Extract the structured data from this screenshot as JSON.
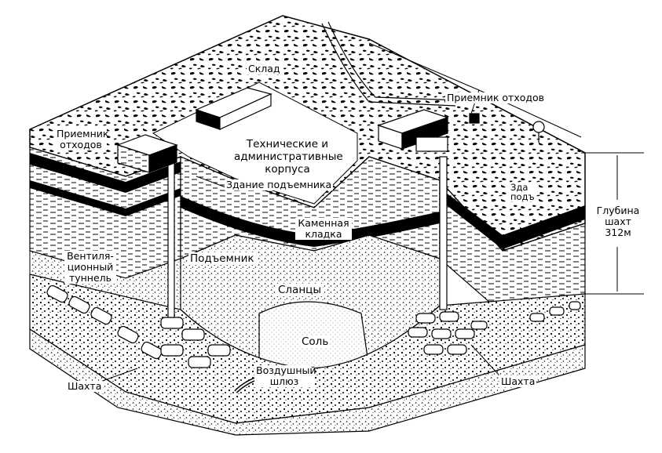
{
  "labels": {
    "warehouse": "Склад",
    "waste_receiver_right": "Приемник отходов",
    "waste_receiver_left_1": "Приемник",
    "waste_receiver_left_2": "отходов",
    "tech_admin_1": "Технические и",
    "tech_admin_2": "административные",
    "tech_admin_3": "корпуса",
    "hoist_building_left": "Здание подъемника",
    "hoist_building_right_1": "Зда",
    "hoist_building_right_2": "подъ",
    "masonry_1": "Каменная",
    "masonry_2": "кладка",
    "vent_tunnel_1": "Вентиля-",
    "vent_tunnel_2": "ционный",
    "vent_tunnel_3": "туннель",
    "hoist": "Подъемник",
    "shales": "Сланцы",
    "salt": "Соль",
    "airlock_1": "Воздушный",
    "airlock_2": "шлюз",
    "mine_left": "Шахта",
    "mine_right": "Шахта",
    "depth_1": "Глубина",
    "depth_2": "шахт",
    "depth_3": "312м"
  },
  "colors": {
    "ink": "#000000",
    "paper": "#ffffff",
    "shade": "#d9d9d9"
  }
}
